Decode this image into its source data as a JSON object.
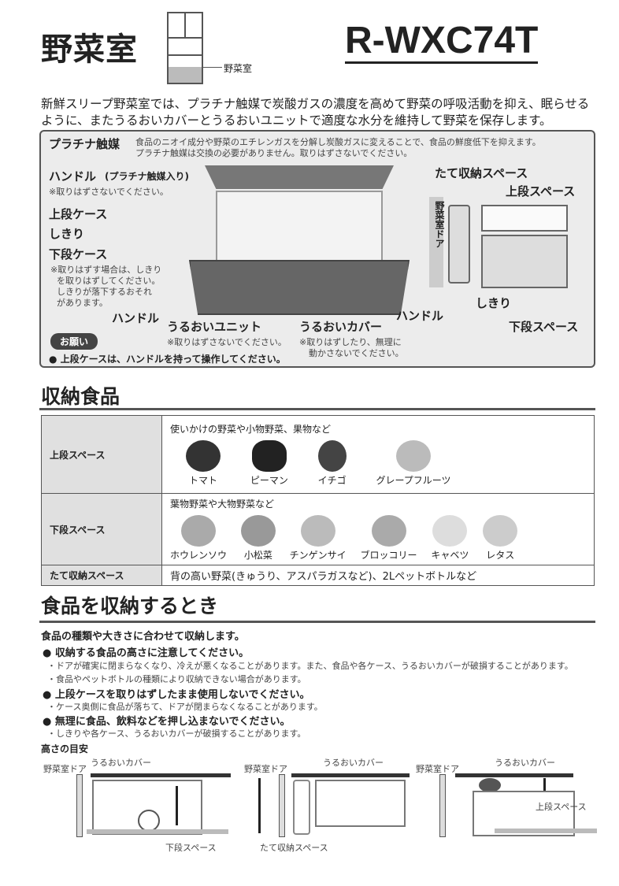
{
  "header": {
    "title": "野菜室",
    "icon_label": "野菜室",
    "model": "R-WXC74T"
  },
  "intro": [
    "新鮮スリープ野菜室では、プラチナ触媒で炭酸ガスの濃度を高めて野菜の呼吸活動を抑え、眠らせる",
    "ように、またうるおいカバーとうるおいユニットで適度な水分を維持して野菜を保存します。"
  ],
  "diagram": {
    "platinum_title": "プラチナ触媒",
    "platinum_desc": [
      "食品のニオイ成分や野菜のエチレンガスを分解し炭酸ガスに変えることで、食品の鮮度低下を抑えます。",
      "プラチナ触媒は交換の必要がありません。取りはずさないでください。"
    ],
    "handle_catalyst": "ハンドル",
    "handle_catalyst_sub": "(プラチナ触媒入り)",
    "handle_catalyst_note": "※取りはずさないでください。",
    "upper_case": "上段ケース",
    "divider": "しきり",
    "lower_case": "下段ケース",
    "lower_case_note": [
      "※取りはずす場合は、しきり",
      "を取りはずしてください。",
      "しきりが落下するおそれ",
      "があります。"
    ],
    "handle_left": "ハンドル",
    "handle_right": "ハンドル",
    "unit": "うるおいユニット",
    "unit_note": "※取りはずさないでください。",
    "cover": "うるおいカバー",
    "cover_note": [
      "※取りはずしたり、無理に",
      "動かさないでください。"
    ],
    "vertical_space": "たて収納スペース",
    "upper_space": "上段スペース",
    "door": "野菜室ドア",
    "divider2": "しきり",
    "lower_space": "下段スペース",
    "request_badge": "お願い",
    "request_text": "● 上段ケースは、ハンドルを持って操作してください。"
  },
  "storage": {
    "title": "収納食品",
    "rows": [
      {
        "label": "上段スペース",
        "desc": "使いかけの野菜や小物野菜、果物など",
        "foods": [
          "トマト",
          "ピーマン",
          "イチゴ",
          "グレープフルーツ"
        ]
      },
      {
        "label": "下段スペース",
        "desc": "葉物野菜や大物野菜など",
        "foods": [
          "ホウレンソウ",
          "小松菜",
          "チンゲンサイ",
          "ブロッコリー",
          "キャベツ",
          "レタス"
        ]
      },
      {
        "label": "たて収納スペース",
        "desc": "背の高い野菜(きゅうり、アスパラガスなど)、2Lペットボトルなど"
      }
    ]
  },
  "storing": {
    "title": "食品を収納するとき",
    "lead": "食品の種類や大きさに合わせて収納します。",
    "items": [
      {
        "head": "● 収納する食品の高さに注意してください。",
        "notes": [
          "・ドアが確実に閉まらなくなり、冷えが悪くなることがあります。また、食品や各ケース、うるおいカバーが破損することがあります。",
          "・食品やペットボトルの種類により収納できない場合があります。"
        ]
      },
      {
        "head": "● 上段ケースを取りはずしたまま使用しないでください。",
        "notes": [
          "・ケース奥側に食品が落ちて、ドアが閉まらなくなることがあります。"
        ]
      },
      {
        "head": "● 無理に食品、飲料などを押し込まないでください。",
        "notes": [
          "・しきりや各ケース、うるおいカバーが破損することがあります。"
        ]
      }
    ],
    "height_guide": "高さの目安",
    "figs": [
      {
        "door": "野菜室ドア",
        "cover": "うるおいカバー",
        "space": "下段スペース"
      },
      {
        "door": "野菜室ドア",
        "cover": "うるおいカバー",
        "space": "たて収納スペース"
      },
      {
        "door": "野菜室ドア",
        "cover": "うるおいカバー",
        "space": "上段スペース"
      }
    ]
  }
}
